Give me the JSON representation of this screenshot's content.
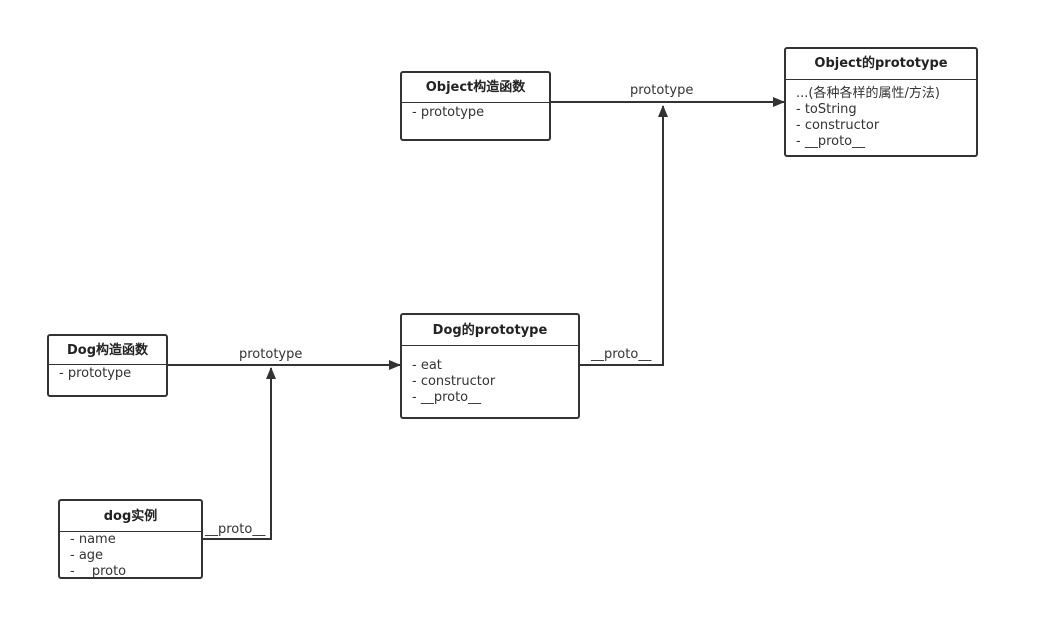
{
  "nodes": {
    "object_ctor": {
      "title": "Object构造函数",
      "items": [
        "- prototype"
      ]
    },
    "object_proto": {
      "title": "Object的prototype",
      "items": [
        "...(各种各样的属性/方法)",
        "- toString",
        "- constructor",
        "- __proto__"
      ]
    },
    "dog_ctor": {
      "title": "Dog构造函数",
      "items": [
        "- prototype"
      ]
    },
    "dog_proto": {
      "title": "Dog的prototype",
      "items": [
        "- eat",
        "- constructor",
        "- __proto__"
      ]
    },
    "dog_instance": {
      "title": "dog实例",
      "items": [
        "- name",
        "- age",
        "- __proto__"
      ]
    }
  },
  "edges": {
    "object_prototype": "prototype",
    "dog_prototype": "prototype",
    "dogproto_proto": "__proto__",
    "instance_proto": "__proto__"
  },
  "colors": {
    "stroke": "#333333",
    "background": "#ffffff"
  }
}
